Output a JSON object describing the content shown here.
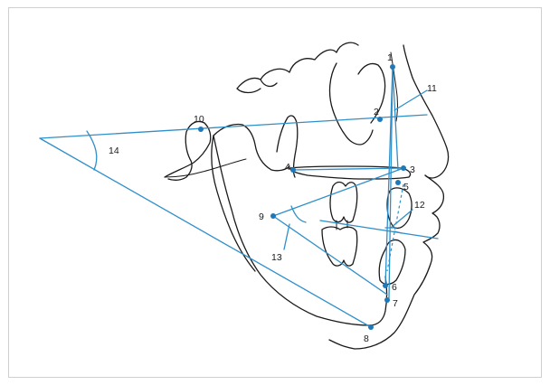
{
  "colors": {
    "line": "#2f8fc9",
    "point": "#1f78b8",
    "ink": "#1a1a1a"
  },
  "labels": {
    "l1": "1",
    "l2": "2",
    "l3": "3",
    "l4": "4",
    "l5": "5",
    "l6": "6",
    "l7": "7",
    "l8": "8",
    "l9": "9",
    "l10": "10",
    "l11": "11",
    "l12": "12",
    "l13": "13",
    "l14": "14"
  }
}
